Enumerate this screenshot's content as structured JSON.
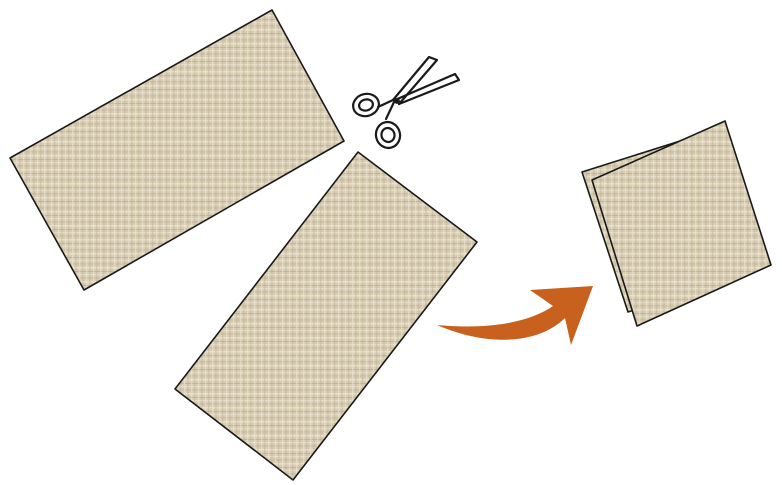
{
  "diagram": {
    "steps": [
      {
        "name": "fabric-rectangle-left",
        "icon": "fabric-piece"
      },
      {
        "name": "cut",
        "icon": "scissors-icon"
      },
      {
        "name": "fabric-rectangle-right",
        "icon": "fabric-piece"
      },
      {
        "name": "transform",
        "icon": "curved-arrow-icon"
      },
      {
        "name": "stacked-squares",
        "icon": "fabric-squares"
      }
    ],
    "colors": {
      "background": "#ffffff",
      "fabric_base": "#d8ccb3",
      "fabric_thread_light": "#ede5d3",
      "fabric_thread_dark": "#b7a887",
      "outline": "#1a1a1a",
      "arrow": "#c8601e"
    }
  }
}
